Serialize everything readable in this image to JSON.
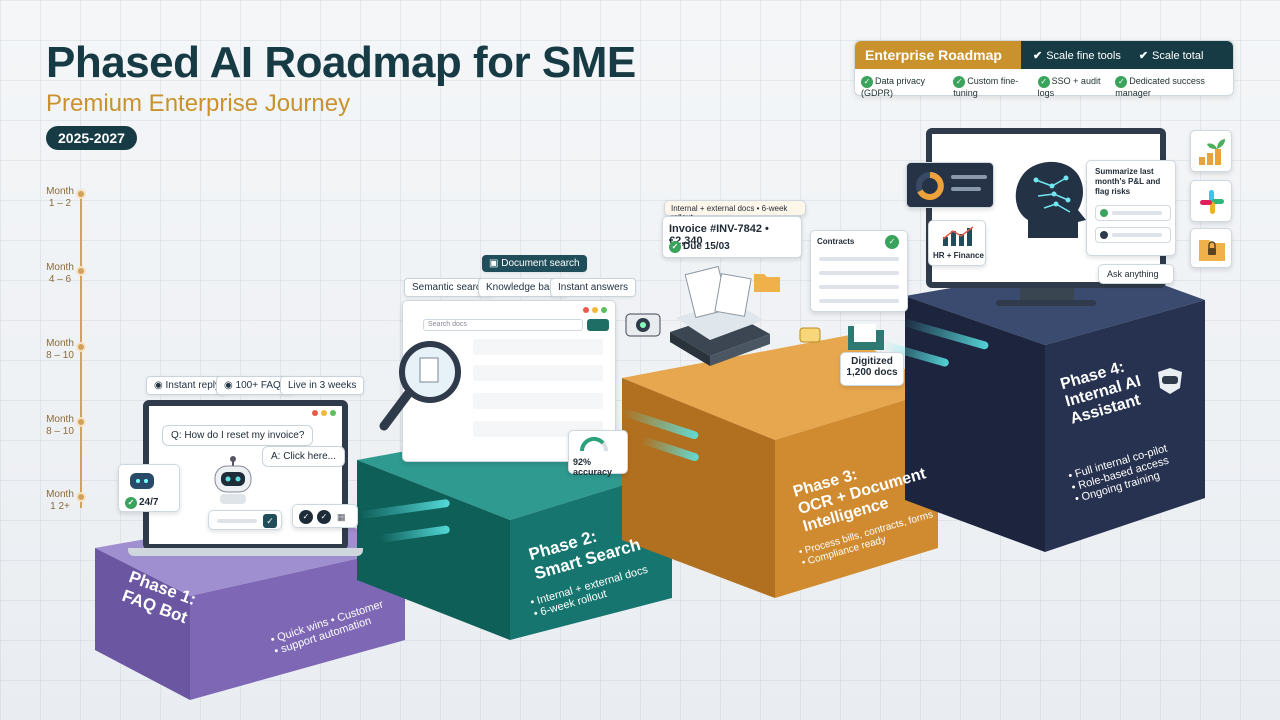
{
  "header": {
    "title": "Phased AI Roadmap for SME",
    "subtitle": "Premium Enterprise Journey",
    "years": "2025-2027"
  },
  "timeline": [
    {
      "label": "Month",
      "range": "1 – 2"
    },
    {
      "label": "Month",
      "range": "4 – 6"
    },
    {
      "label": "Month",
      "range": "8 – 10"
    },
    {
      "label": "Month",
      "range": "8 – 10"
    },
    {
      "label": "Month",
      "range": "1 2+"
    }
  ],
  "enterprise": {
    "title": "Enterprise Roadmap",
    "tabs": [
      "Scale fine tools",
      "Scale total"
    ],
    "features": [
      "Data privacy (GDPR)",
      "Custom fine-tuning",
      "SSO + audit logs",
      "Dedicated success manager"
    ]
  },
  "phase1": {
    "title": "Phase 1:",
    "name": "FAQ Bot",
    "bullets": [
      "Quick wins • Customer",
      "support automation"
    ],
    "chips": [
      "Instant reply",
      "100+ FAQs",
      "Live in 3 weeks"
    ],
    "question": "Q: How do I reset my invoice?",
    "answer": "A: Click here...",
    "badge": "24/7"
  },
  "phase2": {
    "title": "Phase 2:",
    "name": "Smart Search",
    "bullets": [
      "Internal + external docs",
      "6-week rollout"
    ],
    "top_chip": "Document search",
    "chips": [
      "Semantic search",
      "Knowledge base",
      "Instant answers"
    ],
    "search_placeholder": "Search docs",
    "accuracy": "92% accuracy"
  },
  "phase3": {
    "title": "Phase 3:",
    "name": "OCR + Document Intelligence",
    "bullets": [
      "Process bills, contracts, forms",
      "Compliance ready"
    ],
    "banner": "Internal + external docs • 6-week rollout",
    "invoice": "Invoice #INV-7842 • €2,340",
    "due": "Due 15/03",
    "digitized": "Digitized",
    "docs": "1,200 docs",
    "panel_title": "Contracts"
  },
  "phase4": {
    "title": "Phase 4:",
    "name": "Internal AI Assistant",
    "bullets": [
      "Full internal co-pilot",
      "Role-based access",
      "Ongoing training"
    ],
    "prompt": "Summarize last month's P&L and flag risks",
    "ask": "Ask anything",
    "hr": "HR + Finance"
  },
  "colors": {
    "phase1": "#7e68b5",
    "phase2": "#16766f",
    "phase3": "#d08a2f",
    "phase4": "#26324f",
    "accent": "#c9922d",
    "navy": "#163b44"
  }
}
